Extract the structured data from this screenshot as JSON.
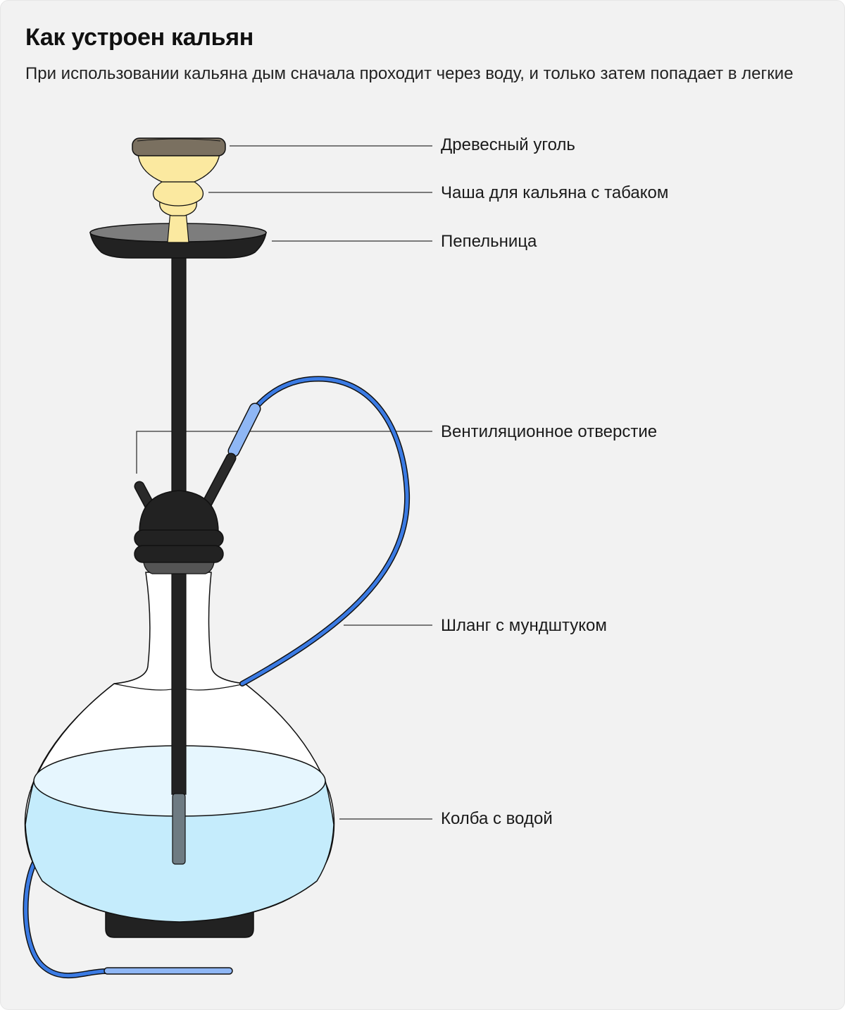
{
  "title": "Как устроен кальян",
  "subtitle": "При использовании кальяна дым сначала проходит через воду, и только затем попадает в легкие",
  "labels": {
    "charcoal": "Древесный уголь",
    "bowl": "Чаша для кальяна с табаком",
    "ashtray": "Пепельница",
    "vent": "Вентиляционное отверстие",
    "hose": "Шланг с мундштуком",
    "flask": "Колба с водой"
  },
  "colors": {
    "background": "#f2f2f2",
    "charcoal": "#7a7060",
    "bowl": "#fbe9a0",
    "metal": "#222222",
    "hose": "#3b7be4",
    "mouthpiece": "#8fb7f5",
    "water": "#c5ecfc",
    "water_surface": "#e6f6fe",
    "leader_line": "#333333"
  }
}
